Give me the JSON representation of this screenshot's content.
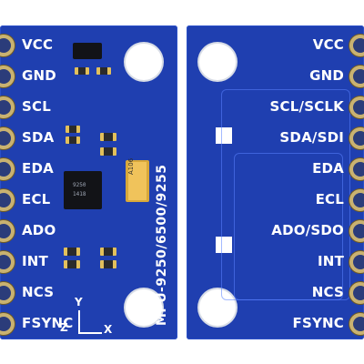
{
  "front": {
    "pins": [
      "VCC",
      "GND",
      "SCL",
      "SDA",
      "EDA",
      "ECL",
      "ADO",
      "INT",
      "NCS",
      "FSYNC"
    ],
    "model_text": "MPU-9250/6500/9255",
    "axes": {
      "y": "Y",
      "x": "X",
      "z": "Z"
    },
    "chip_text": [
      "9250",
      "1418"
    ],
    "capacitor_text": "A106"
  },
  "back": {
    "pins": [
      "VCC",
      "GND",
      "SCL/SCLK",
      "SDA/SDI",
      "EDA",
      "ECL",
      "ADO/SDO",
      "INT",
      "NCS",
      "FSYNC"
    ]
  },
  "colors": {
    "board": "#1f3fb0",
    "pin_gold": "#c9b271",
    "label_white": "#ffffff"
  }
}
